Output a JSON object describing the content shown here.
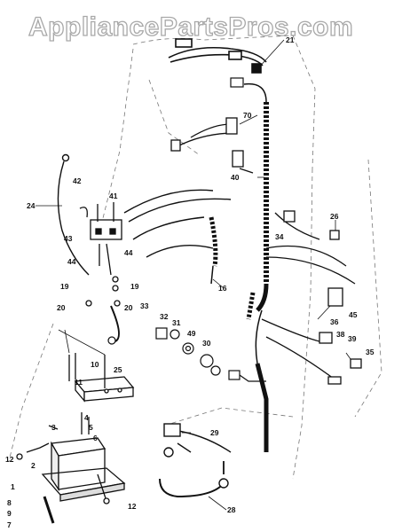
{
  "watermark": "AppliancePartsPros.com",
  "callouts": {
    "c1": "1",
    "c2": "2",
    "c3": "3",
    "c4": "4",
    "c5": "5",
    "c6": "6",
    "c7": "7",
    "c8": "8",
    "c9": "9",
    "c10": "10",
    "c11": "11",
    "c12a": "12",
    "c12b": "12",
    "c16": "16",
    "c19a": "19",
    "c19b": "19",
    "c20a": "20",
    "c20b": "20",
    "c21": "21",
    "c24": "24",
    "c25": "25",
    "c26": "26",
    "c28": "28",
    "c29": "29",
    "c30": "30",
    "c31": "31",
    "c32": "32",
    "c33": "33",
    "c34": "34",
    "c35": "35",
    "c36": "36",
    "c38": "38",
    "c39": "39",
    "c40": "40",
    "c41": "41",
    "c42": "42",
    "c43": "43",
    "c44a": "44",
    "c44b": "44",
    "c45": "45",
    "c49": "49",
    "c70": "70"
  }
}
